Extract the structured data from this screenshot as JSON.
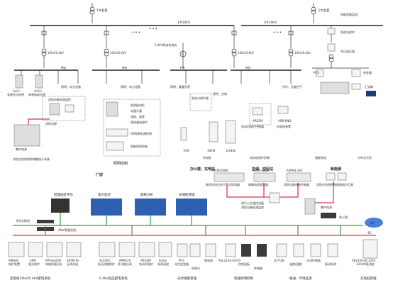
{
  "top": {
    "transformer1": "1#主变",
    "transformer2": "2#主变",
    "bus1": "1#10kV",
    "bus2": "2#10kV",
    "hv_left": "10kV/0.4kV",
    "hv_mid": "10kV/0.4kV",
    "hv_right_a": "10kV/0.4kV",
    "hv_right_b": "10kV/0.4kV",
    "generator": "0.4kV柴油发电机",
    "ellipsis": "• • •",
    "energy_monitor": "电能质量监测",
    "islanding": "防孤岛保护",
    "boost_tx": "升压变压器",
    "inverter": "逆变器",
    "combiner": "汇流箱",
    "pcs": "PCS",
    "ncb_left": "N电",
    "ncb_mid": "N电",
    "ecb_mid": "E电",
    "ncb_right": "N电",
    "ncb_right2": "N电"
  },
  "loads": {
    "ancn_1": "AnCn",
    "ancn_1_sub": "有源无功补偿",
    "ancn_2": "AnGn",
    "ancn_2_sub": "有源谐波治理",
    "lighting_power": "照明、动力设备",
    "lighting_power2": "照明、动力设备",
    "lighting_key": "照明、重要负荷",
    "lighting_ac": "照明、空调",
    "heat_air": "供冷、压缩空气",
    "supply": "供水"
  },
  "fire": {
    "monitor": "消防设备电源监控",
    "centralized": "集中电源",
    "fire_power": "消防电源",
    "fire_title": "消防应急照明和疏散指示系统"
  },
  "lighting": {
    "panel": "照明配电柜",
    "meter": "电量计量",
    "temp": "温度、湿度",
    "phase": "相线漏电保护",
    "smart": "智能照明控制",
    "intelligent": "DB智能电源控制",
    "title": "照明控制"
  },
  "charging": {
    "kw7": "7kW",
    "kw30": "30kW",
    "kw120": "120kW",
    "leakage": "限流式保护器",
    "title": "充电桩"
  },
  "motor": {
    "ards": "ARD3M",
    "ards_sub": "电动机保护控制器",
    "arb": "ARB-6ND",
    "arb_sub": "抗晃电装置",
    "title": "电动机保护控制"
  },
  "storage": {
    "title": "储能系统"
  },
  "pv": {
    "title": "分布式光伏"
  },
  "sections": {
    "factory": "厂房",
    "office": "办公楼、充电站",
    "hvac": "空调、空压站",
    "new_energy": "新能源"
  },
  "mid": {
    "ards_device": "ARCM300BL",
    "ards_device_sub": "剩余电流式电气火灾探测器",
    "aafd": "AAFD-40DX",
    "aafd_sub": "故障电弧探测器",
    "afpm": "AFPM3-2AV",
    "afpm_sub": "消防设备电源传感器",
    "fire_light": "消防应急照明和疏散指示灯具",
    "elec_fire": "电气火灾监控设备",
    "fire_power_monitor": "消防设备电源监控",
    "centralized_power": "集中电源",
    "fire_wall": "防火墙"
  },
  "platform": {
    "title": "智慧园区平台",
    "power_monitor": "电力监控",
    "energy_analysis": "能耗分析",
    "pv_manage": "光储能管理",
    "switch": "专用交换机",
    "gateway": "ANet智能网关",
    "cloud": "4G",
    "cloud_sub": "4G"
  },
  "bottom": {
    "am": "AM系列",
    "am_sub": "保护装置",
    "apm": "APM",
    "apm_sub": "弧光保护",
    "apview": "APView500",
    "apview_sub": "电能质量分析",
    "artm": "ARTM-Pn",
    "artm_sub": "无线测温",
    "alp": "ALP200",
    "alp_sub": "低压线路保护",
    "apm2": "APM520",
    "apm2_sub": "多功能仪表",
    "ard": "ARD3M",
    "ard_sub": "电动机保护",
    "ancn": "AnSin",
    "ancn_sub": "有源滤波",
    "pcs": "PCS",
    "pcs_sub": "光伏逆变器",
    "inverter_sub": "防孤岛",
    "combiner_sub": "微电网",
    "asl": "ASL220Z-S4/16",
    "asl_sub": "智能照明",
    "ctrl_sub": "控制面板",
    "sensor_sub": "传感器",
    "water_sub": "水/气/热",
    "pressure_sub": "温度/湿度",
    "flow_sub": "水浸传感器",
    "motion_sub": "振动检测",
    "charger": "AEV200-DC120S",
    "charger_sub": "120kW直流桩",
    "group1": "变电站10kV/0.4kV配电系统",
    "group2": "0.4kV低压配电系统",
    "group3": "光伏储能管理",
    "group4": "智能照明控制",
    "group5": "暖通、环境监测",
    "group6": "充电桩管理"
  },
  "colors": {
    "bus": "#222222",
    "fire_red": "#d0021b",
    "network_green": "#2e9e3a",
    "screen_blue": "#2d5fb3"
  }
}
